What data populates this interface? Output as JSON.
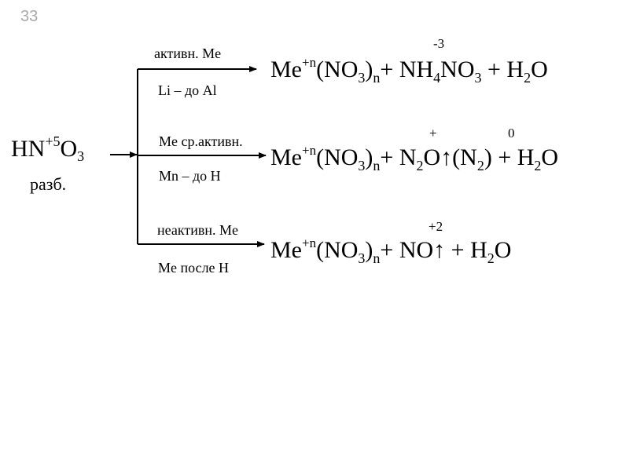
{
  "slide_number": "33",
  "reactant": {
    "h": "HN",
    "ox": "+5",
    "o": "O",
    "sub3": "3",
    "label": "разб."
  },
  "branches": [
    {
      "top_label": "активн. Me",
      "bottom_label": "Li – до Al",
      "ox_state": "-3",
      "product": {
        "me": "Me",
        "me_ox": "+n",
        "no3_open": "(NO",
        "no3_sub": "3",
        "no3_close": ")",
        "n_sub": "n",
        "part2": "+ NH",
        "part2_sub": "4",
        "part3": "NO",
        "part3_sub": "3",
        "part4": " + H",
        "part4_sub": "2",
        "part5": "O"
      }
    },
    {
      "top_label": "Me ср.активн.",
      "bottom_label": "Mn – до H",
      "ox_state": "+",
      "ox_state2": "0",
      "product": {
        "me": "Me",
        "me_ox": "+n",
        "no3_open": "(NO",
        "no3_sub": "3",
        "no3_close": ")",
        "n_sub": "n",
        "part2": "+ N",
        "part2_sub": "2",
        "part3": "O↑(N",
        "part3_sub": "2",
        "part4": ")  + H",
        "part4_sub": "2",
        "part5": "O"
      }
    },
    {
      "top_label": "неактивн. Me",
      "bottom_label": "Me после H",
      "ox_state": "+2",
      "product": {
        "me": "Me",
        "me_ox": "+n",
        "no3_open": "(NO",
        "no3_sub": "3",
        "no3_close": ")",
        "n_sub": "n",
        "part2": "+ NO↑ + H",
        "part2_sub": "2",
        "part3": "O"
      }
    }
  ]
}
